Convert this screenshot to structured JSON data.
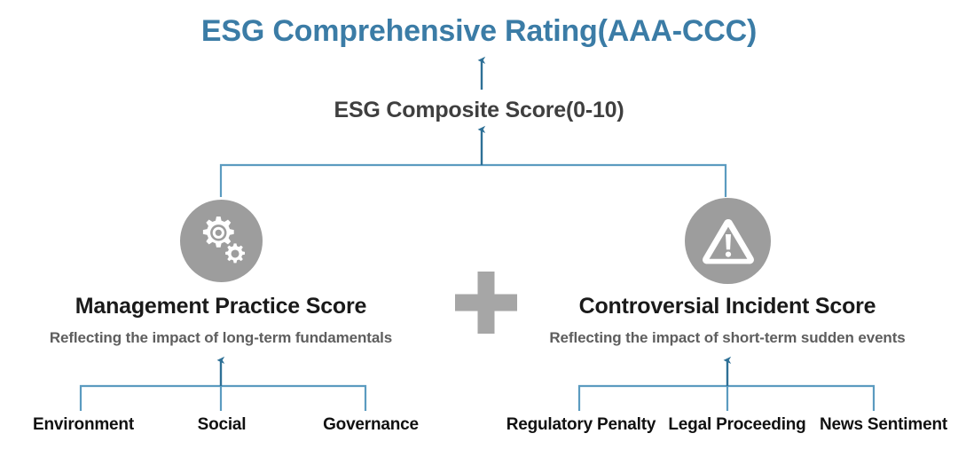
{
  "diagram": {
    "title": "ESG Comprehensive Rating(AAA-CCC)",
    "composite": "ESG Composite Score(0-10)",
    "operator": "plus-sign",
    "colors": {
      "title_blue": "#3b7ca6",
      "connector_blue": "#5b9bc0",
      "arrow_blue": "#2e7096",
      "icon_gray": "#9d9d9d",
      "plus_gray": "#a6a6a6",
      "heading_dark": "#1a1a1a",
      "subtitle_gray": "#5e5e5e",
      "composite_gray": "#3f3f3f",
      "background": "#ffffff"
    },
    "branches": [
      {
        "id": "management-practice",
        "icon": "gears-icon",
        "title": "Management Practice Score",
        "subtitle": "Reflecting the impact of long-term fundamentals",
        "leaves": [
          "Environment",
          "Social",
          "Governance"
        ]
      },
      {
        "id": "controversial-incident",
        "icon": "warning-triangle-icon",
        "title": "Controversial Incident Score",
        "subtitle": "Reflecting the impact of short-term sudden events",
        "leaves": [
          "Regulatory Penalty",
          "Legal Proceeding",
          "News Sentiment"
        ]
      }
    ]
  },
  "chart_data": {
    "type": "diagram",
    "title": "ESG Comprehensive Rating(AAA-CCC)",
    "structure": "hierarchical bottom-up aggregation tree",
    "nodes": [
      {
        "level": 0,
        "label": "ESG Comprehensive Rating(AAA-CCC)"
      },
      {
        "level": 1,
        "label": "ESG Composite Score(0-10)"
      },
      {
        "level": 2,
        "label": "Management Practice Score"
      },
      {
        "level": 2,
        "label": "Controversial Incident Score"
      },
      {
        "level": 3,
        "label": "Environment"
      },
      {
        "level": 3,
        "label": "Social"
      },
      {
        "level": 3,
        "label": "Governance"
      },
      {
        "level": 3,
        "label": "Regulatory Penalty"
      },
      {
        "level": 3,
        "label": "Legal Proceeding"
      },
      {
        "level": 3,
        "label": "News Sentiment"
      }
    ],
    "edges": [
      {
        "from": "ESG Composite Score(0-10)",
        "to": "ESG Comprehensive Rating(AAA-CCC)"
      },
      {
        "from": "Management Practice Score",
        "to": "ESG Composite Score(0-10)"
      },
      {
        "from": "Controversial Incident Score",
        "to": "ESG Composite Score(0-10)"
      },
      {
        "from": "Environment",
        "to": "Management Practice Score"
      },
      {
        "from": "Social",
        "to": "Management Practice Score"
      },
      {
        "from": "Governance",
        "to": "Management Practice Score"
      },
      {
        "from": "Regulatory Penalty",
        "to": "Controversial Incident Score"
      },
      {
        "from": "Legal Proceeding",
        "to": "Controversial Incident Score"
      },
      {
        "from": "News Sentiment",
        "to": "Controversial Incident Score"
      }
    ]
  }
}
